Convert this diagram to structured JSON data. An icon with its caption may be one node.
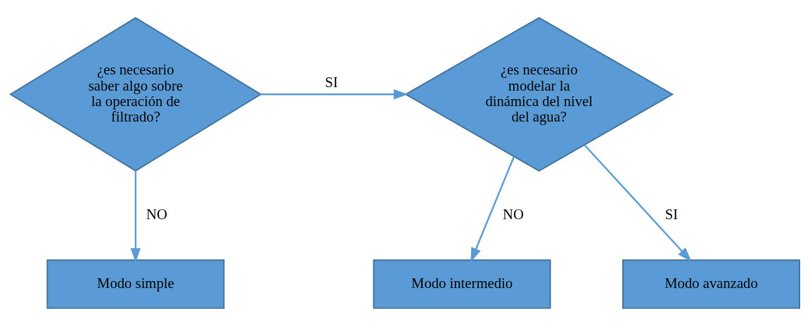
{
  "diagram": {
    "nodes": [
      {
        "text": [
          "¿es necesario saber algo sobre la operación de filtrado?"
        ]
      },
      {
        "text": [
          "¿es necesario modelar la dinámica del nivel del agua?"
        ]
      },
      {
        "text": [
          "Modo simple"
        ]
      },
      {
        "text": [
          "Modo intermedio"
        ]
      },
      {
        "text": [
          "Modo avanzado"
        ]
      }
    ],
    "edges": [
      {
        "from": 0,
        "to": 1,
        "arrow": "to",
        "label": "SI"
      },
      {
        "from": 0,
        "to": 2,
        "arrow": "to",
        "label": "NO"
      },
      {
        "from": 1,
        "to": 3,
        "arrow": "to",
        "label": "NO"
      },
      {
        "from": 1,
        "to": 4,
        "arrow": "to",
        "label": "SI"
      }
    ]
  }
}
